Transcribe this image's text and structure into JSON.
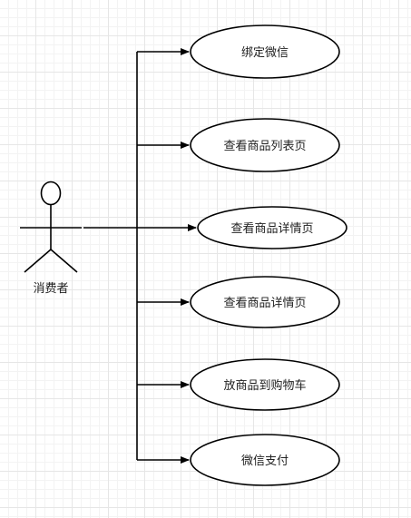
{
  "actor": {
    "label": "消费者"
  },
  "use_cases": [
    {
      "label": "绑定微信"
    },
    {
      "label": "查看商品列表页"
    },
    {
      "label": "查看商品详情页"
    },
    {
      "label": "查看商品详情页"
    },
    {
      "label": "放商品到购物车"
    },
    {
      "label": "微信支付"
    }
  ]
}
